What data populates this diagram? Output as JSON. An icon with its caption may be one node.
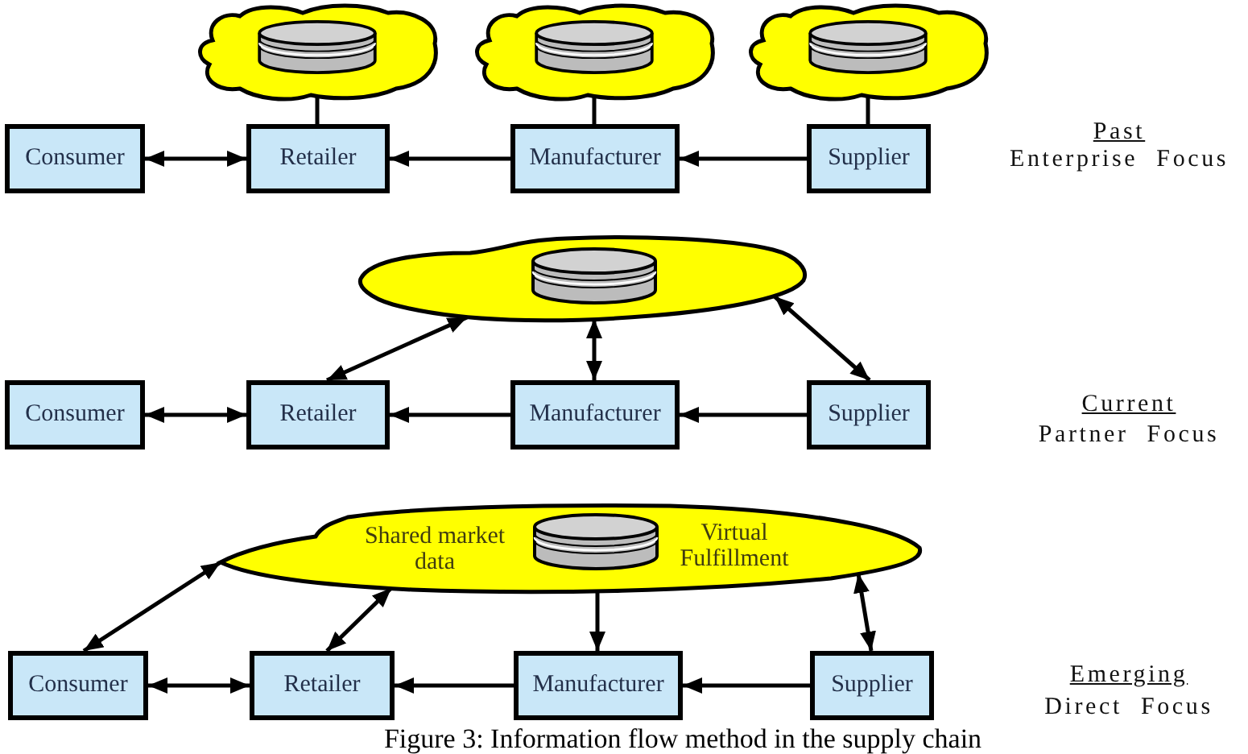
{
  "diagram": {
    "caption": "Figure 3: Information flow method in the supply chain",
    "nodes": [
      {
        "text": [],
        "shape": "cloud"
      },
      {
        "text": [],
        "shape": "cloud"
      },
      {
        "text": [],
        "shape": "cloud"
      },
      {
        "text": [
          "Consumer"
        ]
      },
      {
        "text": [
          "Retailer"
        ]
      },
      {
        "text": [
          "Manufacturer"
        ]
      },
      {
        "text": [
          "Supplier"
        ]
      },
      {
        "text": [],
        "shape": "cloud"
      },
      {
        "text": [
          "Consumer"
        ]
      },
      {
        "text": [
          "Retailer"
        ]
      },
      {
        "text": [
          "Manufacturer"
        ]
      },
      {
        "text": [
          "Supplier"
        ]
      },
      {
        "text": [
          "Shared market data",
          "Virtual Fulfillment"
        ]
      },
      {
        "text": [
          "Consumer"
        ]
      },
      {
        "text": [
          "Retailer"
        ]
      },
      {
        "text": [
          "Manufacturer"
        ]
      },
      {
        "text": [
          "Supplier"
        ]
      }
    ],
    "edges": [
      {
        "from": 0,
        "to": 4,
        "arrow": "none"
      },
      {
        "from": 1,
        "to": 5,
        "arrow": "none"
      },
      {
        "from": 2,
        "to": 6,
        "arrow": "none"
      },
      {
        "from": 3,
        "to": 4,
        "arrow": "both"
      },
      {
        "from": 5,
        "to": 4,
        "arrow": "to"
      },
      {
        "from": 6,
        "to": 5,
        "arrow": "to"
      },
      {
        "from": 7,
        "to": 9,
        "arrow": "both"
      },
      {
        "from": 7,
        "to": 10,
        "arrow": "both"
      },
      {
        "from": 7,
        "to": 11,
        "arrow": "both"
      },
      {
        "from": 8,
        "to": 9,
        "arrow": "both"
      },
      {
        "from": 10,
        "to": 9,
        "arrow": "to"
      },
      {
        "from": 11,
        "to": 10,
        "arrow": "to"
      },
      {
        "from": 12,
        "to": 13,
        "arrow": "both"
      },
      {
        "from": 12,
        "to": 14,
        "arrow": "both"
      },
      {
        "from": 12,
        "to": 15,
        "arrow": "to"
      },
      {
        "from": 12,
        "to": 16,
        "arrow": "both"
      },
      {
        "from": 13,
        "to": 14,
        "arrow": "both"
      },
      {
        "from": 15,
        "to": 14,
        "arrow": "to"
      },
      {
        "from": 16,
        "to": 15,
        "arrow": "to"
      }
    ],
    "labels": [
      "Past",
      "Enterprise Focus",
      "Current",
      "Partner Focus",
      "Emerging",
      "Direct Focus"
    ]
  }
}
